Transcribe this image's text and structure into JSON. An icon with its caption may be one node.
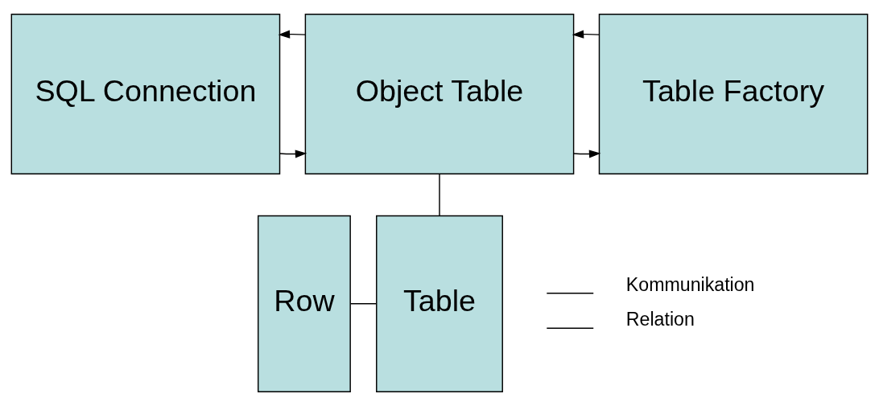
{
  "diagram": {
    "nodes": [
      {
        "text": [
          "SQL Connection"
        ]
      },
      {
        "text": [
          "Object Table"
        ]
      },
      {
        "text": [
          "Table Factory"
        ]
      },
      {
        "text": [
          "Row"
        ]
      },
      {
        "text": [
          "Table"
        ]
      }
    ],
    "edges": [
      {
        "from": 0,
        "to": 1,
        "arrow": "to"
      },
      {
        "from": 1,
        "to": 0,
        "arrow": "to"
      },
      {
        "from": 1,
        "to": 2,
        "arrow": "to"
      },
      {
        "from": 2,
        "to": 1,
        "arrow": "to"
      },
      {
        "from": 1,
        "to": 4,
        "arrow": "none"
      },
      {
        "from": 3,
        "to": 4,
        "arrow": "none"
      }
    ],
    "legend": [
      {
        "text": "Kommunikation"
      },
      {
        "text": "Relation"
      }
    ]
  }
}
